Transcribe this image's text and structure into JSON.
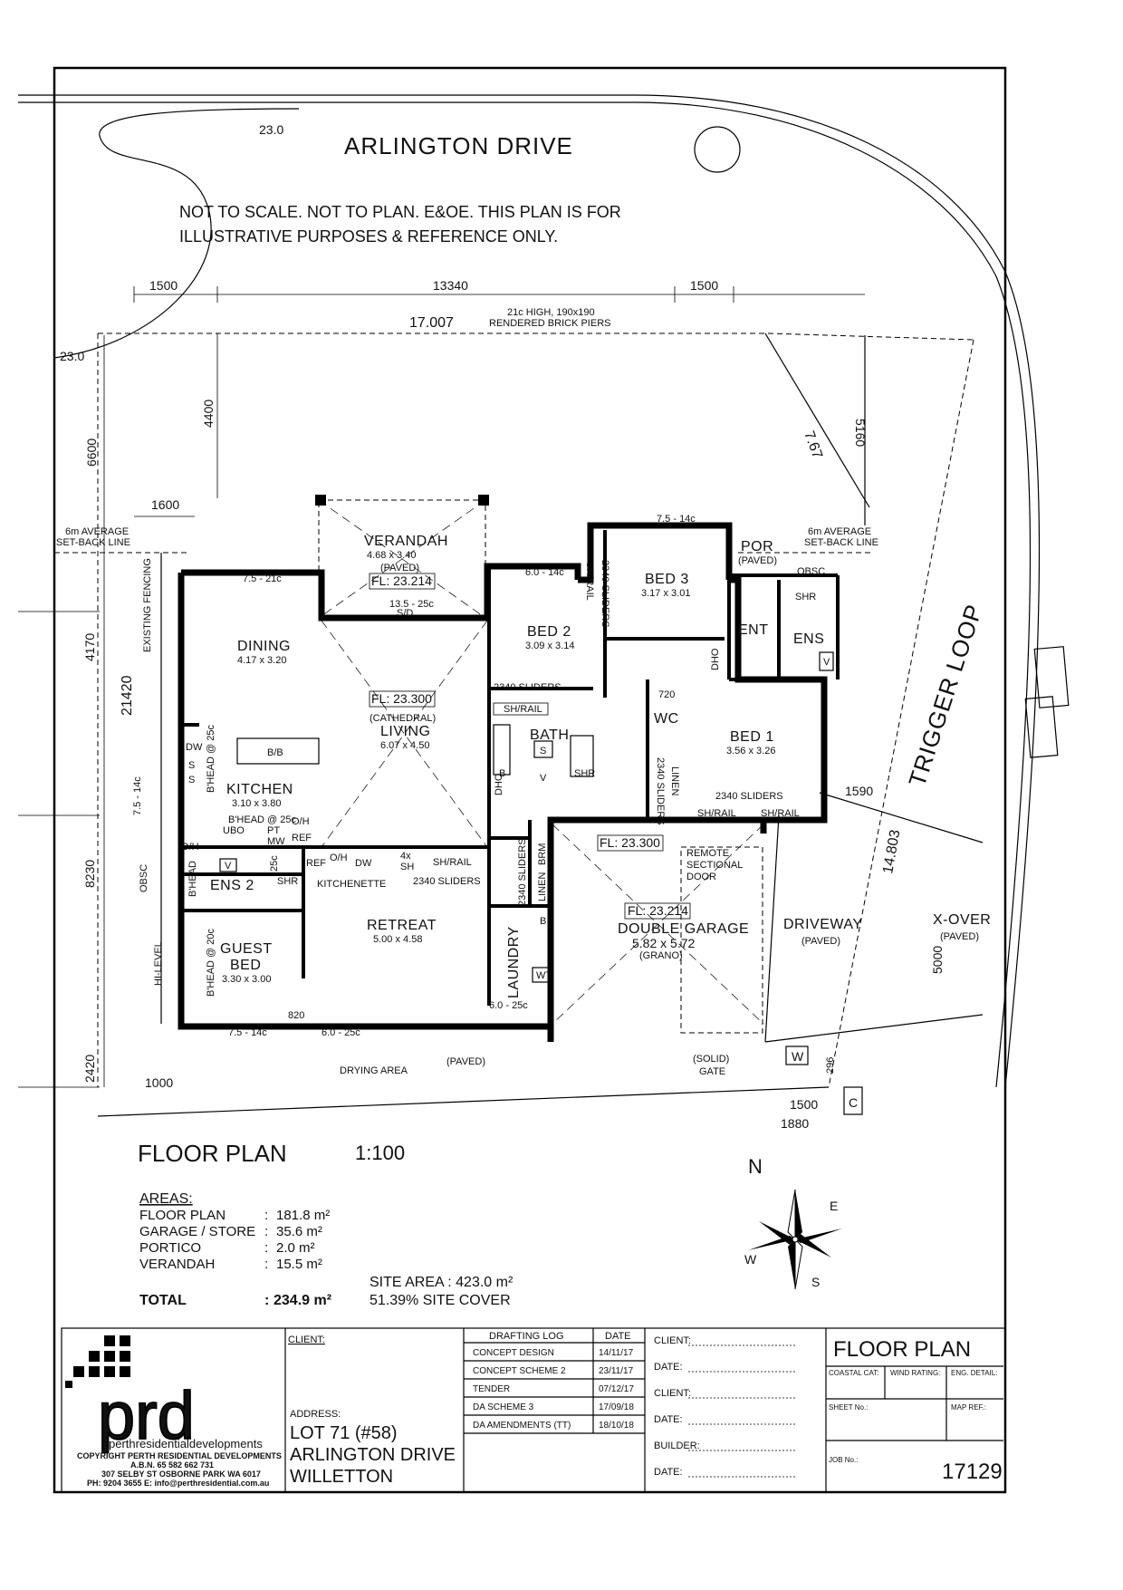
{
  "street": {
    "arlington": "ARLINGTON DRIVE",
    "trigger": "TRIGGER LOOP",
    "rad_top": "23.0",
    "rad_left": "23.0"
  },
  "notice": {
    "line1": "NOT TO SCALE. NOT TO PLAN. E&OE. THIS PLAN IS FOR",
    "line2": "ILLUSTRATIVE PURPOSES & REFERENCE ONLY."
  },
  "dims": {
    "d1500a": "1500",
    "d13340": "13340",
    "d1500b": "1500",
    "d17007": "17.007",
    "piers1": "21c HIGH, 190x190",
    "piers2": "RENDERED BRICK PIERS",
    "d4400": "4400",
    "d6600": "6600",
    "d767": "7.67",
    "d5160": "5160",
    "d1600": "1600",
    "setback": "6m AVERAGE",
    "setback2": "SET-BACK LINE",
    "setback_r": "6m AVERAGE",
    "setback_r2": "SET-BACK LINE",
    "d4170": "4170",
    "d21420": "21420",
    "d8230": "8230",
    "d2420": "2420",
    "d1000": "1000",
    "d1590": "1590",
    "d14803": "14.803",
    "d5000": "5000",
    "d296": "296",
    "d1500c": "1500",
    "d1880": "1880",
    "existing_fencing": "EXISTING FENCING",
    "hi_level": "HI-LEVEL",
    "obsc": "OBSC"
  },
  "rooms": {
    "verandah": {
      "name": "VERANDAH",
      "size": "4.68 x 3.40",
      "sub": "(PAVED)",
      "fl": "FL: 23.214"
    },
    "dining": {
      "name": "DINING",
      "size": "4.17 x 3.20"
    },
    "living": {
      "fl": "FL: 23.300",
      "sub": "(CATHEDRAL)",
      "name": "LIVING",
      "size": "6.07 x 4.50"
    },
    "bed2": {
      "name": "BED 2",
      "size": "3.09 x 3.14"
    },
    "bed3": {
      "name": "BED 3",
      "size": "3.17 x 3.01"
    },
    "bed1": {
      "name": "BED 1",
      "size": "3.56 x 3.26"
    },
    "por": {
      "name": "POR",
      "sub": "(PAVED)"
    },
    "ent": {
      "name": "ENT"
    },
    "ens": {
      "name": "ENS"
    },
    "bath": {
      "name": "BATH"
    },
    "wc": {
      "name": "WC"
    },
    "kitchen": {
      "name": "KITCHEN",
      "size": "3.10 x 3.80"
    },
    "ens2": {
      "name": "ENS 2"
    },
    "kitchenette": {
      "name": "KITCHENETTE"
    },
    "retreat": {
      "name": "RETREAT",
      "size": "5.00 x 4.58"
    },
    "guest": {
      "name": "GUEST",
      "name2": "BED",
      "size": "3.30 x 3.00"
    },
    "laundry": {
      "name": "LAUNDRY"
    },
    "garage": {
      "fl_top": "FL: 23.300",
      "fl": "FL: 23.214",
      "name": "DOUBLE GARAGE",
      "size": "5.82 x 5.72",
      "sub": "(GRANO)"
    },
    "remote": {
      "l1": "REMOTE",
      "l2": "SECTIONAL",
      "l3": "DOOR"
    },
    "driveway": {
      "name": "DRIVEWAY",
      "sub": "(PAVED)"
    },
    "xover": {
      "name": "X-OVER",
      "sub": "(PAVED)"
    },
    "drying": {
      "name": "DRYING AREA",
      "sub": "(PAVED)"
    },
    "gate": {
      "l1": "(SOLID)",
      "l2": "GATE"
    }
  },
  "labels": {
    "sliders2340": "2340 SLIDERS",
    "shrail": "SH/RAIL",
    "bb": "B/B",
    "bhead25": "B'HEAD @ 25c",
    "bhead20": "B'HEAD @ 20c",
    "bhead": "B'HEAD",
    "linen": "LINEN",
    "brm": "BRM",
    "dho": "DHO",
    "dw": "DW",
    "oh": "O/H",
    "ref": "REF",
    "ubo": "UBO",
    "pt": "PT",
    "mw": "MW",
    "shr": "SHR",
    "wt": "WT",
    "b": "B",
    "v": "V",
    "s": "S",
    "w": "W",
    "c": "C",
    "four_x": "4x",
    "sh": "SH",
    "c25": "25c",
    "d820": "820",
    "d720": "720",
    "w75_21c": "7.5 - 21c",
    "w75_14c": "7.5 - 14c",
    "w60_14c": "6.0 - 14c",
    "w60_25c": "6.0 - 25c",
    "sd": "S/D",
    "w135": "13.5 - 25c"
  },
  "title": {
    "floor_plan": "FLOOR PLAN",
    "scale": "1:100"
  },
  "areas": {
    "heading": "AREAS:",
    "rows": [
      {
        "label": "FLOOR PLAN",
        "colon": ":",
        "value": "181.8 m²"
      },
      {
        "label": "GARAGE / STORE",
        "colon": ":",
        "value": "35.6 m²"
      },
      {
        "label": "PORTICO",
        "colon": ":",
        "value": "2.0 m²"
      },
      {
        "label": "VERANDAH",
        "colon": ":",
        "value": "15.5 m²"
      }
    ],
    "total_label": "TOTAL",
    "total_colon": ":",
    "total_value": "234.9 m²",
    "site_area": "SITE AREA : 423.0 m²",
    "site_cover": "51.39% SITE COVER"
  },
  "titleblock": {
    "logo": "prd",
    "logo_sub": "perthresidentialdevelopments",
    "copyright": "COPYRIGHT PERTH RESIDENTIAL DEVELOPMENTS",
    "abn": "A.B.N. 65 582 662 731",
    "address_line": "307 SELBY ST OSBORNE PARK WA 6017",
    "phone": "PH: 9204 3655 E: info@perthresidential.com.au",
    "client_label": "CLIENT:",
    "address_label": "ADDRESS:",
    "addr1": "LOT 71 (#58)",
    "addr2": "ARLINGTON DRIVE",
    "addr3": "WILLETTON",
    "log_head": "DRAFTING LOG",
    "date_head": "DATE",
    "log": [
      {
        "item": "CONCEPT DESIGN",
        "date": "14/11/17"
      },
      {
        "item": "CONCEPT SCHEME 2",
        "date": "23/11/17"
      },
      {
        "item": "TENDER",
        "date": "07/12/17"
      },
      {
        "item": "DA SCHEME 3",
        "date": "17/09/18"
      },
      {
        "item": "DA AMENDMENTS   (TT)",
        "date": "18/10/18"
      }
    ],
    "sign": [
      "CLIENT:",
      "DATE:",
      "CLIENT:",
      "DATE:",
      "BUILDER:",
      "DATE:"
    ],
    "sheet_title": "FLOOR PLAN",
    "coastal": "COASTAL CAT:",
    "wind": "WIND RATING:",
    "eng": "ENG. DETAIL:",
    "sheet_no": "SHEET No.:",
    "map_ref": "MAP REF.:",
    "job_no": "JOB No.:",
    "job": "17129"
  },
  "compass": {
    "n": "N",
    "e": "E",
    "s": "S",
    "w": "W"
  }
}
